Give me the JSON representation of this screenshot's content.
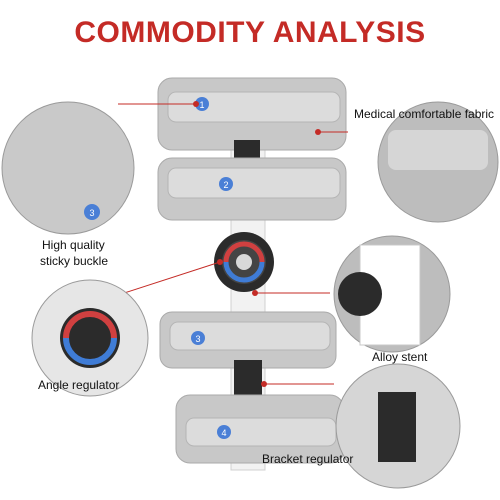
{
  "title": "COMMODITY ANALYSIS",
  "colors": {
    "accent": "#c42b26",
    "fabric": "#c8c8c8",
    "strap": "#d9d9d9",
    "badge": "#4a7fd6",
    "metal": "#2b2b2b",
    "stent": "#f2f2f2"
  },
  "labels": {
    "fabric": "Medical comfortable fabric",
    "buckle_line1": "High quality",
    "buckle_line2": "sticky buckle",
    "stent": "Alloy stent",
    "angle": "Angle regulator",
    "bracket": "Bracket regulator"
  },
  "strap_numbers": [
    "1",
    "2",
    "3",
    "4"
  ],
  "icons": [
    "hinge-dial-icon",
    "zoom-circle-icon",
    "numbered-badge-icon"
  ]
}
